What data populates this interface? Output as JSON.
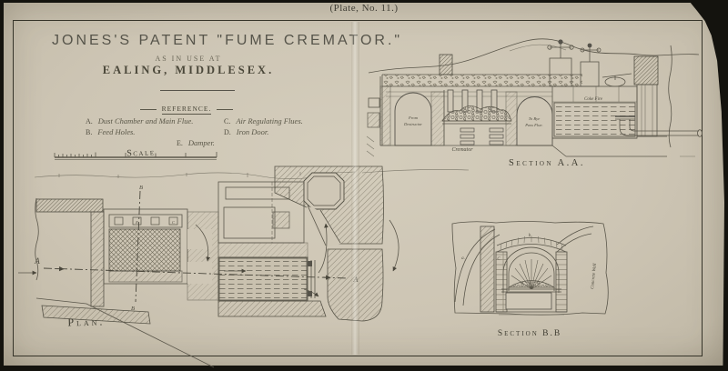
{
  "page": {
    "plate_number": "(Plate, No. 11.)"
  },
  "title_block": {
    "title": "JONES'S PATENT \"FUME CREMATOR.\"",
    "subtitle": "AS IN USE AT",
    "location": "EALING, MIDDLESEX."
  },
  "reference": {
    "heading": "REFERENCE.",
    "items": [
      {
        "key": "A.",
        "label": "Dust Chamber and Main Flue."
      },
      {
        "key": "B.",
        "label": "Feed Holes."
      },
      {
        "key": "C.",
        "label": "Air Regulating Flues."
      },
      {
        "key": "D.",
        "label": "Iron Door."
      },
      {
        "key": "E.",
        "label": "Damper."
      }
    ]
  },
  "scale": {
    "label": "Scale"
  },
  "plan": {
    "label": "Plan.",
    "marker_a_left": "A",
    "marker_a_right": "A",
    "marker_b_top": "B",
    "marker_b_bottom": "B",
    "marker_e": "E",
    "marker_c": "C"
  },
  "section_aa": {
    "title": "Section A.A.",
    "from_destructor_line1": "From",
    "from_destructor_line2": "Destructor",
    "bye_pass_line1": "To Bye",
    "bye_pass_line2": "Pass Flue.",
    "fire_label": "Coke Fire",
    "cremator_label": "Cremator"
  },
  "section_bb": {
    "title": "Section B.B",
    "wall_label": "Concrete Wall",
    "marker_a": "a.",
    "marker_b": "b",
    "marker_c": "C"
  },
  "colors": {
    "paper": "#cdc5b4",
    "ink": "#4b4840",
    "frame": "#363429"
  }
}
